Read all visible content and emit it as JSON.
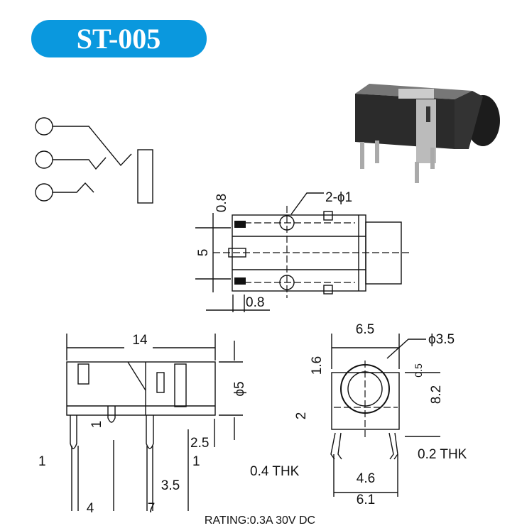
{
  "title": "ST-005",
  "colors": {
    "title_bg": "#0a98de",
    "line": "#111111"
  },
  "top_view": {
    "hole_label": "2-ϕ1",
    "dim_top": "0.8",
    "dim_height": "5",
    "dim_bottom": "0.8"
  },
  "side_view": {
    "width": "14",
    "diameter": "ϕ5",
    "pin_offset": "1",
    "pin_length": "2.5",
    "pin_width_left": "1",
    "pin_width_right": "1",
    "pin_spacing_a": "3.5",
    "pin_spacing_b": "4",
    "pin_spacing_c": "7"
  },
  "front_view": {
    "width": "6.5",
    "bore": "ϕ3.5",
    "dim_a": "1.6",
    "dim_b": "0.5",
    "height": "8.2",
    "dim_c": "2",
    "thk_a": "0.4 THK",
    "thk_b": "0.2 THK",
    "pin_span_inner": "4.6",
    "pin_span_outer": "6.1"
  },
  "rating": "RATING:0.3A 30V DC"
}
